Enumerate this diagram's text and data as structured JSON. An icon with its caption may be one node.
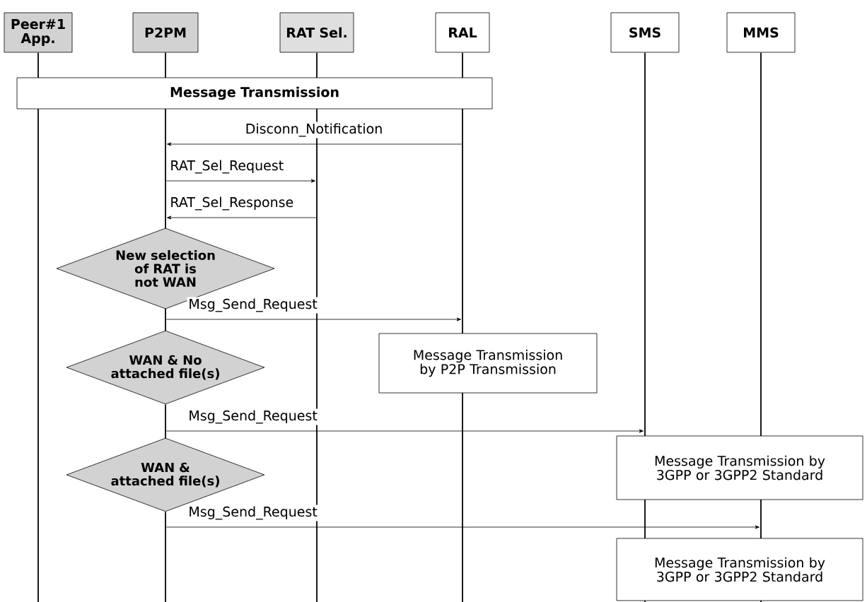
{
  "diagram": {
    "nodes": [
      {
        "text": [
          "Peer#1 App."
        ]
      },
      {
        "text": [
          "P2PM"
        ]
      },
      {
        "text": [
          "RAT Sel."
        ]
      },
      {
        "text": [
          "RAL"
        ]
      },
      {
        "text": [
          "SMS"
        ]
      },
      {
        "text": [
          "MMS"
        ]
      },
      {
        "text": [],
        "shape": "line"
      },
      {
        "text": [],
        "shape": "line"
      },
      {
        "text": [],
        "shape": "line"
      },
      {
        "text": [],
        "shape": "line"
      },
      {
        "text": [],
        "shape": "line"
      },
      {
        "text": [],
        "shape": "line"
      },
      {
        "text": [],
        "shape": "line"
      },
      {
        "text": [],
        "shape": "line"
      },
      {
        "text": [],
        "shape": "line"
      },
      {
        "text": [
          "Message Transmission"
        ]
      },
      {
        "text": [
          "New selection of RAT is not WAN"
        ]
      },
      {
        "text": [
          "WAN & No attached file(s)"
        ]
      },
      {
        "text": [
          "Message Transmission by P2P Transmission"
        ]
      },
      {
        "text": [
          "WAN & attached file(s)"
        ]
      },
      {
        "text": [
          "Message Transmission by 3GPP or 3GPP2 Standard"
        ]
      },
      {
        "text": [
          "Message Transmission by 3GPP or 3GPP2 Standard"
        ]
      }
    ],
    "edges": [
      {
        "from": 9,
        "to": 7,
        "arrow": "to",
        "label": "Disconn_Notification"
      },
      {
        "from": 7,
        "to": 8,
        "arrow": "to",
        "label": "RAT_Sel_Request"
      },
      {
        "from": 8,
        "to": 7,
        "arrow": "to",
        "label": "RAT_Sel_Response"
      },
      {
        "from": 12,
        "to": 9,
        "arrow": "to",
        "label": "Msg_Send_Request"
      },
      {
        "from": 13,
        "to": 10,
        "arrow": "to",
        "label": "Msg_Send_Request"
      },
      {
        "from": 14,
        "to": 11,
        "arrow": "to",
        "label": "Msg_Send_Request"
      }
    ]
  }
}
